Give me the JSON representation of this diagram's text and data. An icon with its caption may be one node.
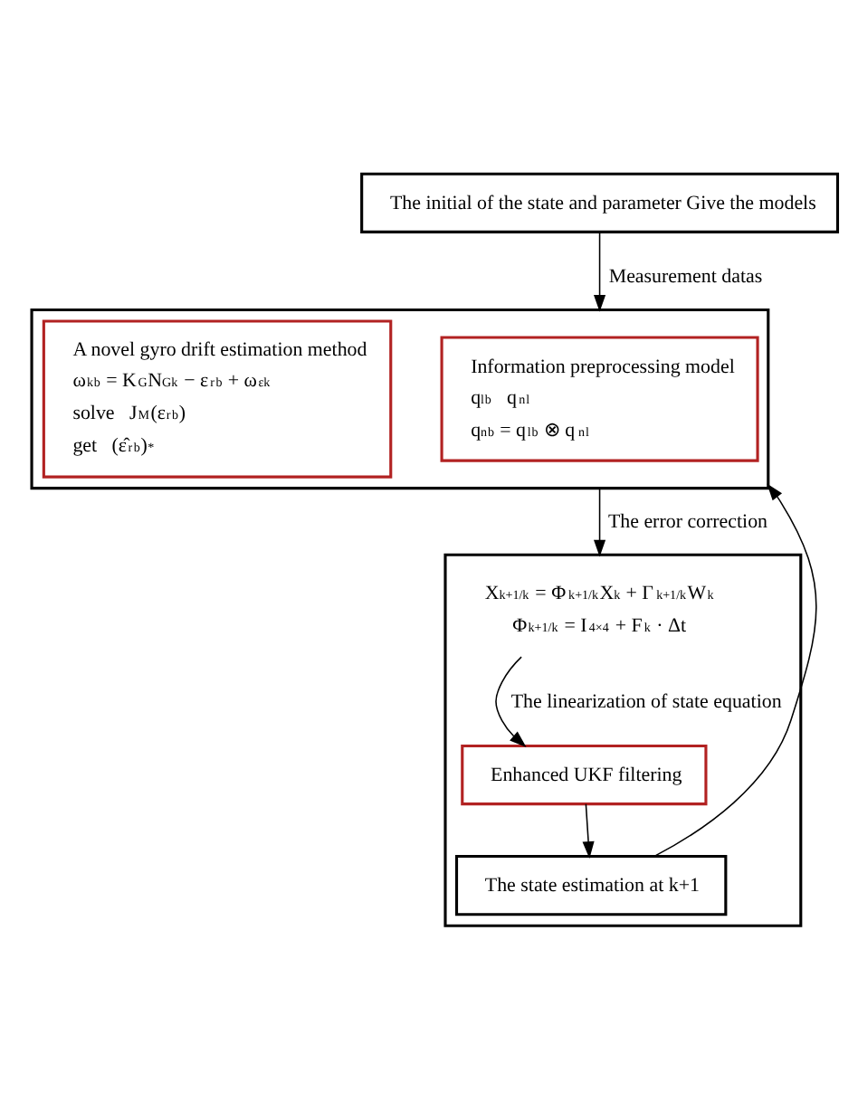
{
  "diagram": {
    "nodes": [
      {
        "text": [
          "The initial of the state and parameter Give the models"
        ]
      },
      {
        "text": [],
        "shape": "box"
      },
      {
        "text": [
          "Information preprocessing model",
          "q$_{l}$$^{b}$   q$_{n}$$^{l}$",
          "q$_{n}$$^{b}$ = q$_{l}$$^{b}$ ⊗ q$_{n}$$^{l}$"
        ],
        "in": 1
      },
      {
        "text": [
          "A novel gyro drift estimation method",
          "ω$_{k}$$^{b}$ = K$_{G}$N$_{Gk}$ − ε$_{r}$$^{b}$ + ω$_{εk}$",
          "solve   J$_{M}$(ε$_{r}$$^{b}$)",
          "get   (ε̂$_{r}$$^{b}$)$^{*}$"
        ],
        "in": 1
      },
      {
        "text": [],
        "shape": "box"
      },
      {
        "text": [
          "X$_{k+1/k}$ = Φ$_{k+1/k}$X$_{k}$ + Γ$_{k+1/k}$W$_{k}$",
          "Φ$_{k+1/k}$ = I$_{4×4}$ + F$_{k}$ · Δt"
        ],
        "in": 4
      },
      {
        "text": [
          "Enhanced UKF filtering"
        ],
        "in": 4
      },
      {
        "text": [
          "The state estimation at k+1"
        ],
        "in": 4
      }
    ],
    "edges": [
      {
        "from": 0,
        "to": 1,
        "arrow": "to",
        "label": "Measurement datas"
      },
      {
        "from": 7,
        "to": 1,
        "arrow": "to"
      },
      {
        "from": 1,
        "to": 4,
        "arrow": "to",
        "label": "The error correction"
      },
      {
        "from": 5,
        "to": 6,
        "arrow": "to",
        "label": "The linearization of state equation"
      },
      {
        "from": 6,
        "to": 7,
        "arrow": "to"
      }
    ]
  }
}
